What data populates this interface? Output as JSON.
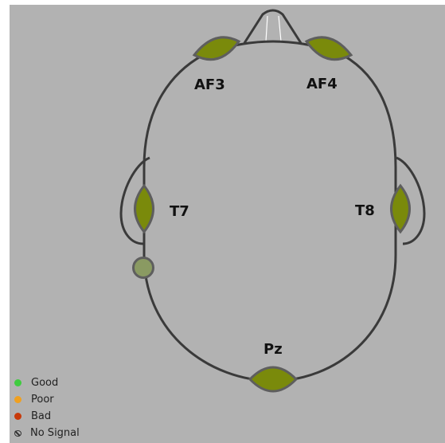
{
  "electrodes": {
    "af3": {
      "label": "AF3",
      "status": "good"
    },
    "af4": {
      "label": "AF4",
      "status": "good"
    },
    "t7": {
      "label": "T7",
      "status": "good"
    },
    "t8": {
      "label": "T8",
      "status": "good"
    },
    "pz": {
      "label": "Pz",
      "status": "good"
    },
    "reference": {
      "status": "reference"
    }
  },
  "colors": {
    "sensor_fill": "#7a8a0b",
    "sensor_stroke": "#5e5e5e",
    "reference_fill": "#8a9a62",
    "panel_bg": "#b2b2b2",
    "good": "#3fcc3f",
    "poor": "#f0a020",
    "bad": "#c83a0a"
  },
  "legend": {
    "good": "Good",
    "poor": "Poor",
    "bad": "Bad",
    "no_signal": "No Signal"
  }
}
